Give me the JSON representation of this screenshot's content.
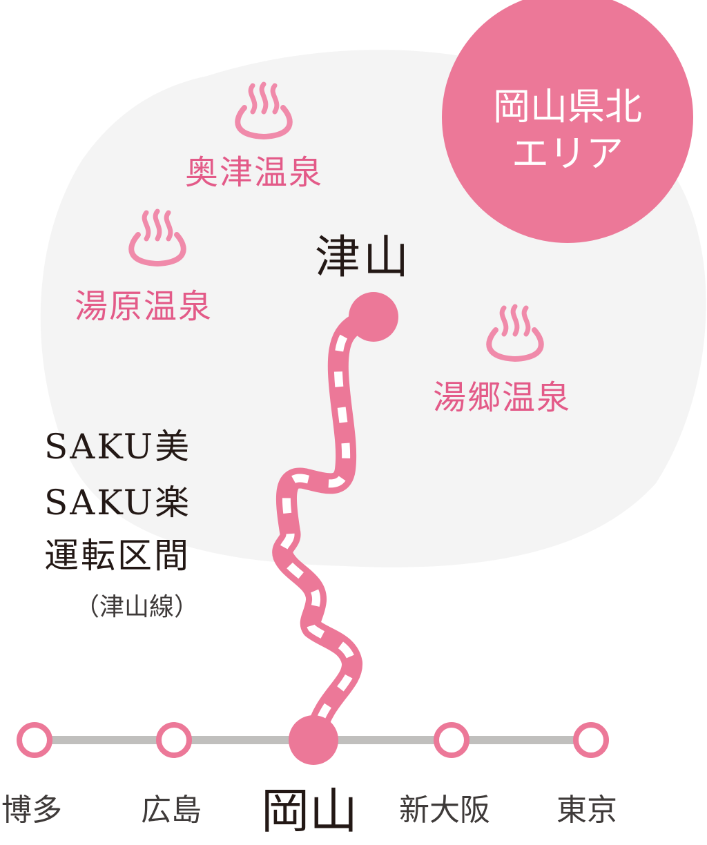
{
  "colors": {
    "accent_pink": "#ec7898",
    "label_pink": "#e35a88",
    "onsen_icon_pink": "#f08aaa",
    "area_gray": "#f4f4f4",
    "main_line_gray": "#c0bfbd",
    "text_dark": "#231815",
    "white": "#ffffff"
  },
  "area_badge": {
    "line1": "岡山県北",
    "line2": "エリア"
  },
  "onsen": [
    {
      "name": "奥津温泉",
      "icon": "hot-spring-icon"
    },
    {
      "name": "湯原温泉",
      "icon": "hot-spring-icon"
    },
    {
      "name": "湯郷温泉",
      "icon": "hot-spring-icon"
    }
  ],
  "terminus": {
    "name": "津山"
  },
  "route_label": {
    "line1": "SAKU美",
    "line2": "SAKU楽",
    "line3": "運転区間",
    "line4": "（津山線）"
  },
  "main_line": {
    "stations": [
      {
        "name": "博多",
        "highlight": false
      },
      {
        "name": "広島",
        "highlight": false
      },
      {
        "name": "岡山",
        "highlight": true
      },
      {
        "name": "新大阪",
        "highlight": false
      },
      {
        "name": "東京",
        "highlight": false
      }
    ]
  }
}
